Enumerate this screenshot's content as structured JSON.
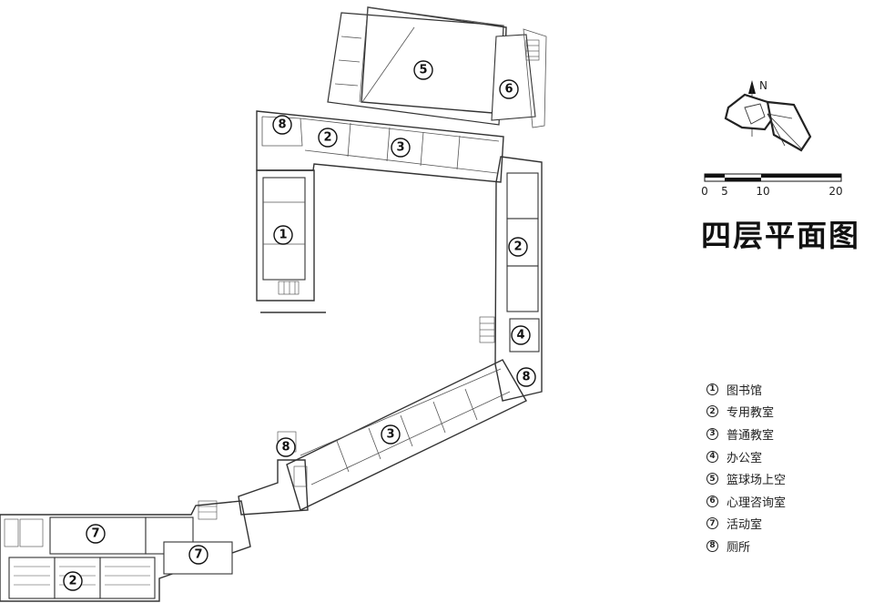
{
  "title": "四层平面图",
  "north_label": "N",
  "scale_bar": {
    "labels": [
      "0",
      "5",
      "10",
      "20"
    ]
  },
  "markers": {
    "library": "1",
    "special_classroom_north": "2",
    "special_classroom_east": "2",
    "special_classroom_sw": "2",
    "classroom_north": "3",
    "classroom_se": "3",
    "office": "4",
    "basketball": "5",
    "counseling": "6",
    "activity_west": "7",
    "activity_mid": "7",
    "toilet_north": "8",
    "toilet_east": "8",
    "toilet_mid": "8"
  },
  "legend": [
    {
      "num": "1",
      "label": "图书馆"
    },
    {
      "num": "2",
      "label": "专用教室"
    },
    {
      "num": "3",
      "label": "普通教室"
    },
    {
      "num": "4",
      "label": "办公室"
    },
    {
      "num": "5",
      "label": "篮球场上空"
    },
    {
      "num": "6",
      "label": "心理咨询室"
    },
    {
      "num": "7",
      "label": "活动室"
    },
    {
      "num": "8",
      "label": "厕所"
    }
  ]
}
